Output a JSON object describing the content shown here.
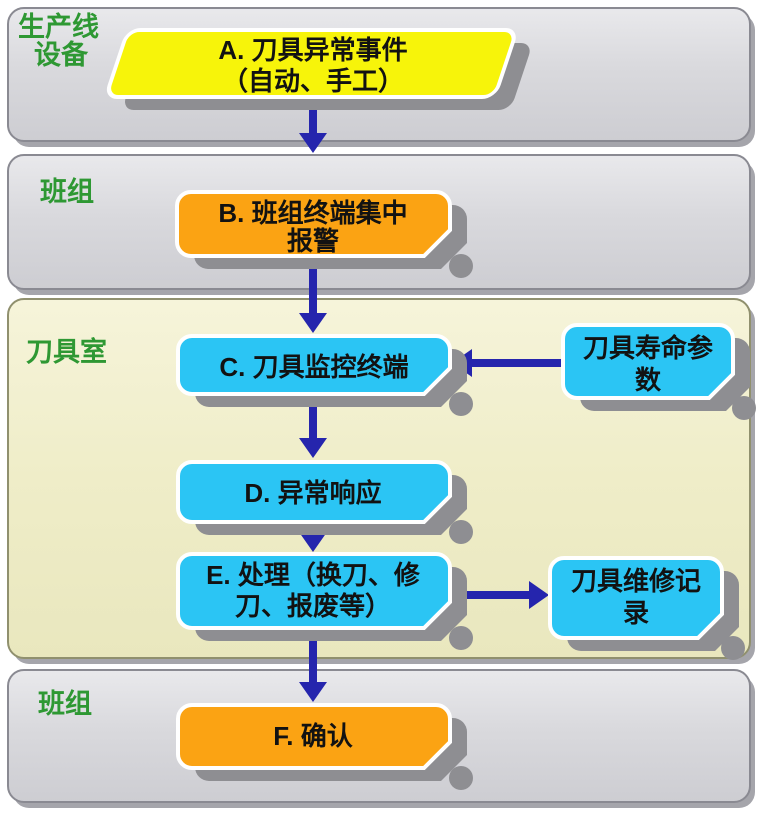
{
  "page": {
    "background": "#FFFFFF"
  },
  "colors": {
    "lane_label_green": "#2E9833",
    "node_yellow": "#F7F40A",
    "node_orange": "#FBA313",
    "node_cyan": "#2BC5F4",
    "arrow_blue": "#2525AD",
    "node_text": "#121212"
  },
  "lanes": [
    {
      "id": "production-line-equipment",
      "label_lines": [
        "生产线",
        "设备"
      ]
    },
    {
      "id": "team-upper",
      "label_lines": [
        "班组"
      ]
    },
    {
      "id": "tool-room",
      "label_lines": [
        "刀具室"
      ]
    },
    {
      "id": "team-lower",
      "label_lines": [
        "班组"
      ]
    }
  ],
  "nodes": {
    "a": {
      "lines": [
        "A. 刀具异常事件",
        "（自动、手工）"
      ]
    },
    "b": {
      "lines": [
        "B. 班组终端集中",
        "报警"
      ]
    },
    "c": {
      "lines": [
        "C. 刀具监控终端"
      ]
    },
    "d": {
      "lines": [
        "D. 异常响应"
      ]
    },
    "e": {
      "lines": [
        "E. 处理（换刀、修",
        "刀、报废等）"
      ]
    },
    "f": {
      "lines": [
        "F. 确认"
      ]
    },
    "tool_life": {
      "lines": [
        "刀具寿命参",
        "数"
      ]
    },
    "repair_record": {
      "lines": [
        "刀具维修记",
        "录"
      ]
    }
  }
}
